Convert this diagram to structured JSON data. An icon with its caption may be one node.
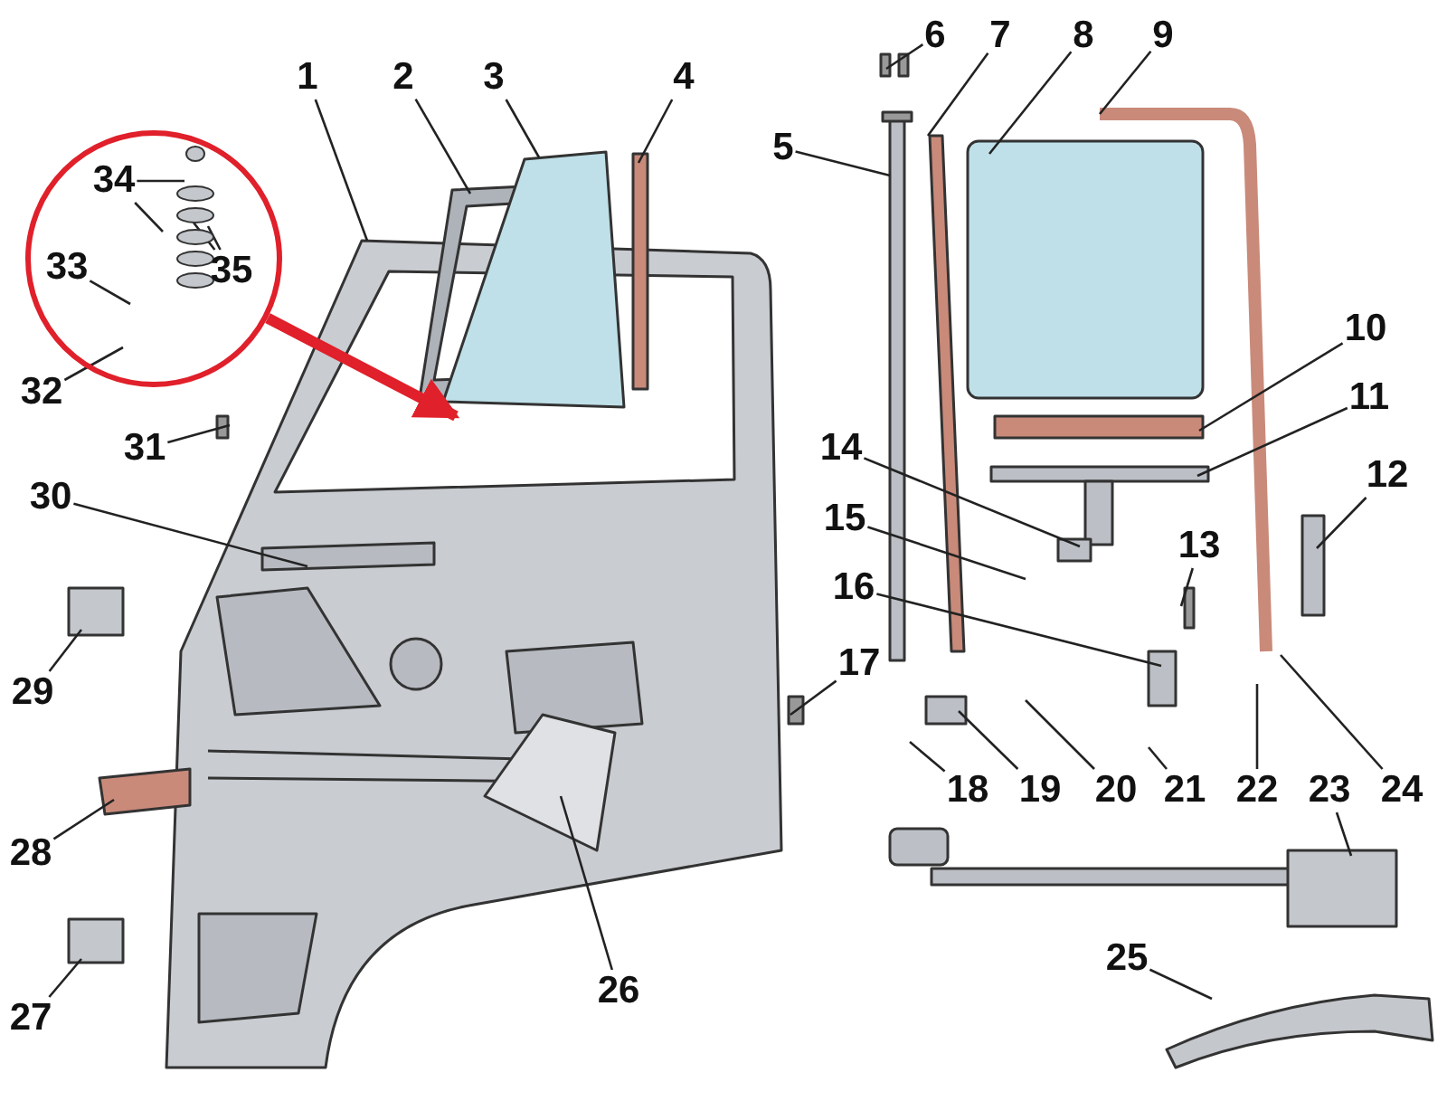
{
  "diagram": {
    "nodes": [
      {
        "text": [
          "1"
        ]
      },
      {
        "text": [
          "2"
        ]
      },
      {
        "text": [
          "3"
        ]
      },
      {
        "text": [
          "4"
        ]
      },
      {
        "text": [
          "5"
        ]
      },
      {
        "text": [
          "6"
        ]
      },
      {
        "text": [
          "7"
        ]
      },
      {
        "text": [
          "8"
        ]
      },
      {
        "text": [
          "9"
        ]
      },
      {
        "text": [
          "10"
        ]
      },
      {
        "text": [
          "11"
        ]
      },
      {
        "text": [
          "12"
        ]
      },
      {
        "text": [
          "13"
        ]
      },
      {
        "text": [
          "14"
        ]
      },
      {
        "text": [
          "15"
        ]
      },
      {
        "text": [
          "16"
        ]
      },
      {
        "text": [
          "17"
        ]
      },
      {
        "text": [
          "18"
        ]
      },
      {
        "text": [
          "19"
        ]
      },
      {
        "text": [
          "20"
        ]
      },
      {
        "text": [
          "21"
        ]
      },
      {
        "text": [
          "22"
        ]
      },
      {
        "text": [
          "23"
        ]
      },
      {
        "text": [
          "24"
        ]
      },
      {
        "text": [
          "25"
        ]
      },
      {
        "text": [
          "26"
        ]
      },
      {
        "text": [
          "27"
        ]
      },
      {
        "text": [
          "28"
        ]
      },
      {
        "text": [
          "29"
        ]
      },
      {
        "text": [
          "30"
        ]
      },
      {
        "text": [
          "31"
        ]
      },
      {
        "text": [],
        "shape": "circle"
      },
      {
        "text": [
          "32"
        ]
      },
      {
        "text": [
          "33"
        ],
        "in": 31
      },
      {
        "text": [
          "34"
        ],
        "in": 31
      },
      {
        "text": [
          "35"
        ],
        "in": 31
      }
    ],
    "edges": [
      {
        "from": 0,
        "to": null,
        "arrow": "none"
      },
      {
        "from": 1,
        "to": null,
        "arrow": "none"
      },
      {
        "from": 2,
        "to": null,
        "arrow": "none"
      },
      {
        "from": 3,
        "to": null,
        "arrow": "none"
      },
      {
        "from": 4,
        "to": null,
        "arrow": "none"
      },
      {
        "from": 5,
        "to": null,
        "arrow": "none"
      },
      {
        "from": 6,
        "to": null,
        "arrow": "none"
      },
      {
        "from": 7,
        "to": null,
        "arrow": "none"
      },
      {
        "from": 8,
        "to": null,
        "arrow": "none"
      },
      {
        "from": 9,
        "to": null,
        "arrow": "none"
      },
      {
        "from": 10,
        "to": null,
        "arrow": "none"
      },
      {
        "from": 11,
        "to": null,
        "arrow": "none"
      },
      {
        "from": 12,
        "to": null,
        "arrow": "none"
      },
      {
        "from": 13,
        "to": null,
        "arrow": "none"
      },
      {
        "from": 14,
        "to": null,
        "arrow": "none"
      },
      {
        "from": 15,
        "to": null,
        "arrow": "none"
      },
      {
        "from": 16,
        "to": null,
        "arrow": "none"
      },
      {
        "from": 17,
        "to": null,
        "arrow": "none"
      },
      {
        "from": 18,
        "to": null,
        "arrow": "none"
      },
      {
        "from": 19,
        "to": null,
        "arrow": "none"
      },
      {
        "from": 20,
        "to": null,
        "arrow": "none"
      },
      {
        "from": 21,
        "to": null,
        "arrow": "none"
      },
      {
        "from": 22,
        "to": null,
        "arrow": "none"
      },
      {
        "from": 23,
        "to": null,
        "arrow": "none"
      },
      {
        "from": 24,
        "to": null,
        "arrow": "none"
      },
      {
        "from": 25,
        "to": null,
        "arrow": "none"
      },
      {
        "from": 26,
        "to": null,
        "arrow": "none"
      },
      {
        "from": 27,
        "to": null,
        "arrow": "none"
      },
      {
        "from": 28,
        "to": null,
        "arrow": "none"
      },
      {
        "from": 29,
        "to": null,
        "arrow": "none"
      },
      {
        "from": 30,
        "to": null,
        "arrow": "none"
      },
      {
        "from": 32,
        "to": null,
        "arrow": "none"
      },
      {
        "from": 33,
        "to": null,
        "arrow": "none"
      },
      {
        "from": 34,
        "to": null,
        "arrow": "none"
      },
      {
        "from": 34,
        "to": null,
        "arrow": "none"
      },
      {
        "from": 35,
        "to": null,
        "arrow": "none"
      },
      {
        "from": 35,
        "to": null,
        "arrow": "none"
      },
      {
        "from": 31,
        "to": null,
        "arrow": "to",
        "style": "thick",
        "color": "#e0202a"
      }
    ]
  }
}
